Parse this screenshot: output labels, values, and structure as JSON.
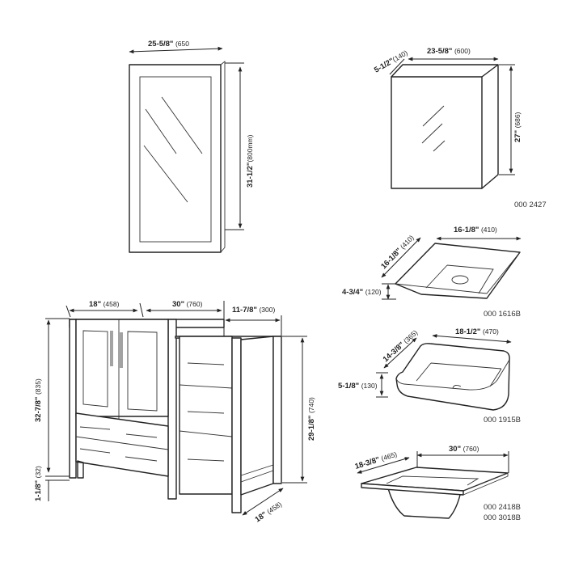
{
  "mirror": {
    "width": {
      "in": "25-5/8\"",
      "mm": "(650"
    },
    "height": {
      "in": "31-1/2\"",
      "mm": "(800mm)"
    }
  },
  "medicine_cabinet": {
    "width": {
      "in": "23-5/8\"",
      "mm": "(600)"
    },
    "depth": {
      "in": "5-1/2\"",
      "mm": "(140)"
    },
    "height": {
      "in": "27\"",
      "mm": "(686)"
    },
    "code": "000 2427"
  },
  "sink_square": {
    "width": {
      "in": "16-1/8\"",
      "mm": "(410)"
    },
    "depth": {
      "in": "16-1/8\"",
      "mm": "(410)"
    },
    "height": {
      "in": "4-3/4\"",
      "mm": "(120)"
    },
    "code": "000 1616B"
  },
  "sink_rect": {
    "width": {
      "in": "18-1/2\"",
      "mm": "(470)"
    },
    "depth": {
      "in": "14-3/8\"",
      "mm": "(365)"
    },
    "height": {
      "in": "5-1/8\"",
      "mm": "(130)"
    },
    "code": "000 1915B"
  },
  "sink_top": {
    "width": {
      "in": "30\"",
      "mm": "(760)"
    },
    "depth": {
      "in": "18-3/8\"",
      "mm": "(465)"
    },
    "codes": [
      "000 2418B",
      "000 3018B"
    ]
  },
  "vanity": {
    "main_width": {
      "in": "18\"",
      "mm": "(458)"
    },
    "total_width": {
      "in": "30\"",
      "mm": "(760)"
    },
    "side_width": {
      "in": "11-7/8\"",
      "mm": "(300)"
    },
    "main_height": {
      "in": "32-7/8\"",
      "mm": "(835)"
    },
    "toe_height": {
      "in": "1-1/8\"",
      "mm": "(32)"
    },
    "side_height": {
      "in": "29-1/8\"",
      "mm": "(740)"
    },
    "depth": {
      "in": "18\"",
      "mm": "(458)"
    }
  }
}
